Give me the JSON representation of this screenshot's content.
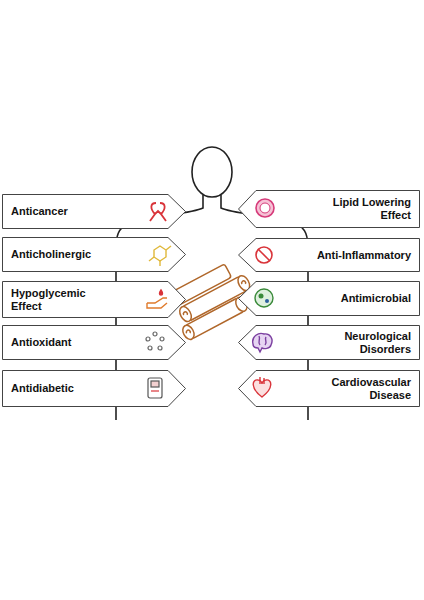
{
  "diagram": {
    "nodes": [
      {
        "text": [
          "Anticancer"
        ]
      },
      {
        "text": [
          "Lipid Lowering Effect"
        ]
      },
      {
        "text": [
          "Anticholinergic"
        ]
      },
      {
        "text": [
          "Anti-Inflammatory"
        ]
      },
      {
        "text": [
          "Hypoglycemic Effect"
        ]
      },
      {
        "text": [
          "Antimicrobial"
        ]
      },
      {
        "text": [
          "Antioxidant"
        ]
      },
      {
        "text": [
          "Neurological Disorders"
        ]
      },
      {
        "text": [
          "Antidiabetic"
        ]
      },
      {
        "text": [
          "Cardiovascular Disease"
        ]
      }
    ]
  }
}
